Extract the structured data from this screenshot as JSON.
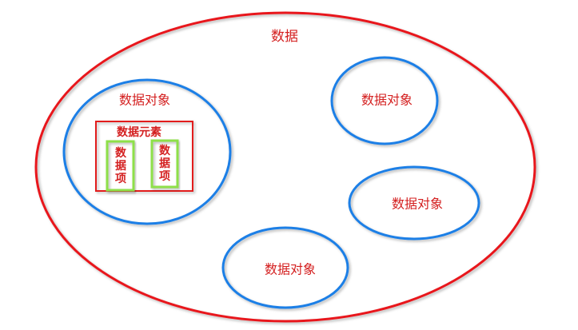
{
  "diagram": {
    "data": "数据",
    "objects": [
      {
        "label": "数据对象"
      },
      {
        "label": "数据对象"
      },
      {
        "label": "数据对象"
      },
      {
        "label": "数据对象"
      }
    ],
    "element": "数据元素",
    "items": [
      {
        "lines": [
          "数",
          "据",
          "项"
        ]
      },
      {
        "lines": [
          "数",
          "据",
          "项"
        ]
      }
    ]
  },
  "colors": {
    "data_outline": "#e8191c",
    "object_outline": "#1e7fe6",
    "element_outline": "#e21b1b",
    "item_outline": "#8ee04a",
    "text": "#d42020"
  }
}
